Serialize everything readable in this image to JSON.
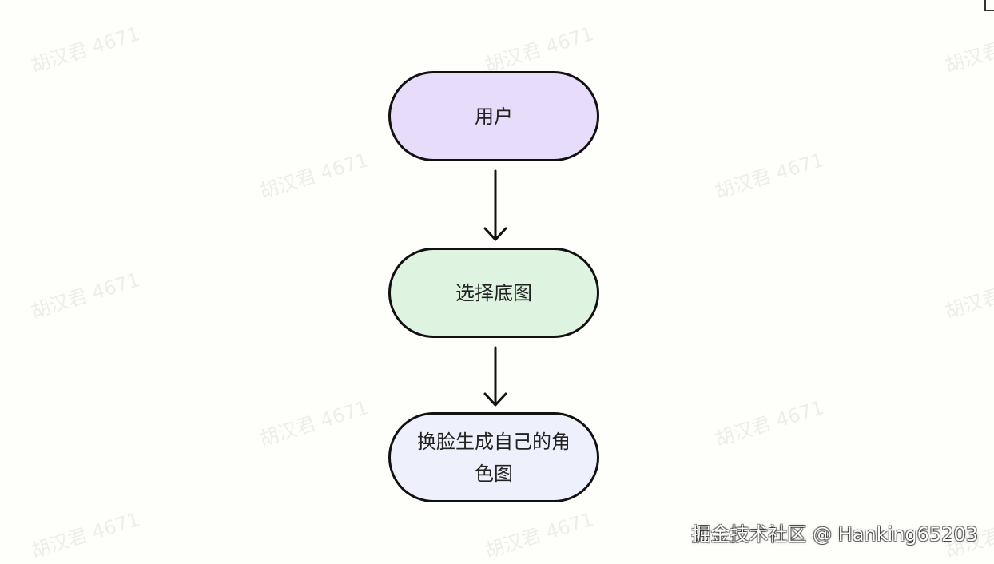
{
  "watermark": {
    "text": "胡汉君 4671"
  },
  "flowchart": {
    "nodes": [
      {
        "id": "user",
        "label": "用户",
        "fill": "#e7ddfa"
      },
      {
        "id": "pick",
        "label": "选择底图",
        "fill": "#dff3e1"
      },
      {
        "id": "swap",
        "label": "换脸生成自己的角色图",
        "fill": "#eef1fb"
      }
    ],
    "edges": [
      {
        "from": "user",
        "to": "pick"
      },
      {
        "from": "pick",
        "to": "swap"
      }
    ],
    "stroke_color": "#111111"
  },
  "footer": {
    "attribution": "掘金技术社区 @ Hanking65203"
  },
  "colors": {
    "background": "#fefefb"
  }
}
